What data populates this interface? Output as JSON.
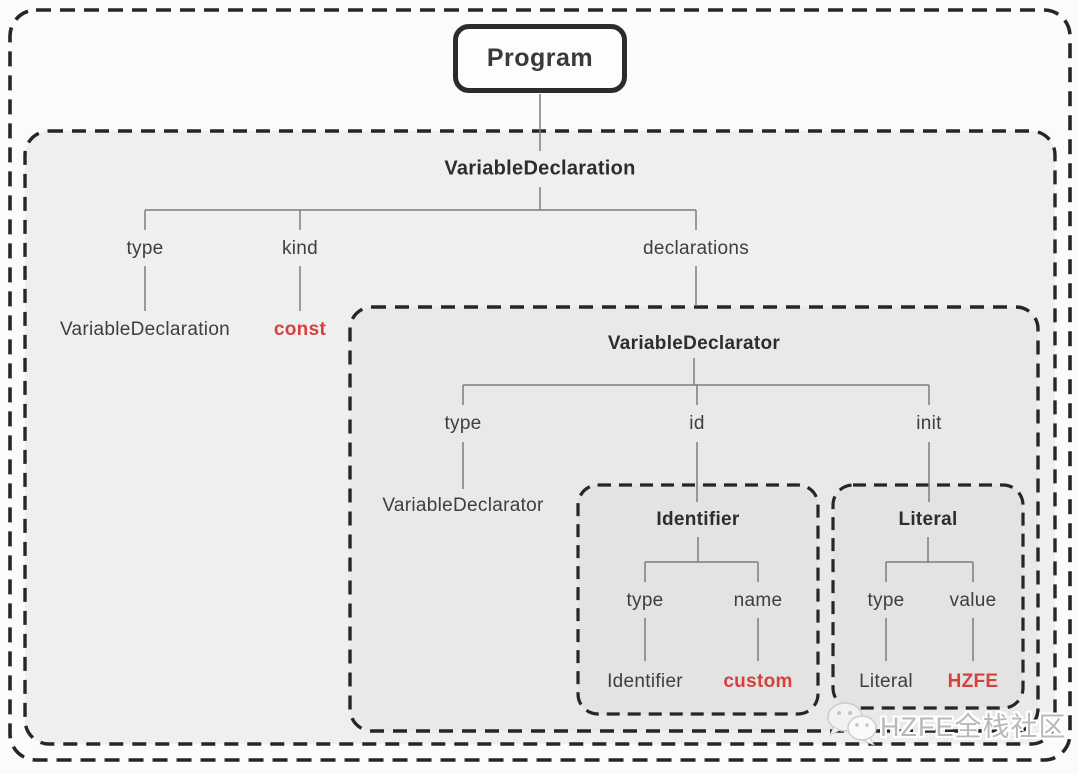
{
  "colors": {
    "highlight": "#d5413d",
    "text": "#3e3e3e",
    "title": "#2d2d2d",
    "border": "#262626",
    "connector_line": "#7d7d7d"
  },
  "program": {
    "label": "Program"
  },
  "variableDeclaration": {
    "title": "VariableDeclaration",
    "fields": {
      "type": "type",
      "kind": "kind",
      "declarations": "declarations"
    },
    "values": {
      "type": "VariableDeclaration",
      "kind": "const"
    }
  },
  "variableDeclarator": {
    "title": "VariableDeclarator",
    "fields": {
      "type": "type",
      "id": "id",
      "init": "init"
    },
    "values": {
      "type": "VariableDeclarator"
    }
  },
  "identifier": {
    "title": "Identifier",
    "fields": {
      "type": "type",
      "name": "name"
    },
    "values": {
      "type": "Identifier",
      "name": "custom"
    }
  },
  "literal": {
    "title": "Literal",
    "fields": {
      "type": "type",
      "value": "value"
    },
    "values": {
      "type": "Literal",
      "value": "HZFE"
    }
  },
  "watermark": {
    "text": "HZFE全栈社区"
  }
}
